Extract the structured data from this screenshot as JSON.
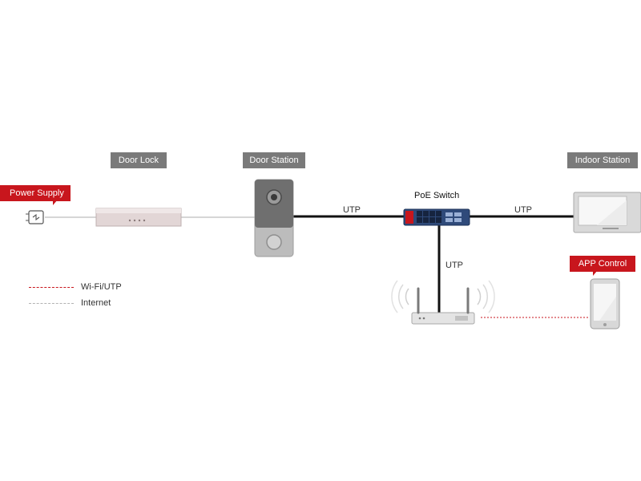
{
  "labels": {
    "door_lock": "Door Lock",
    "door_station": "Door Station",
    "indoor_station": "Indoor Station",
    "power_supply": "Power Supply",
    "app_control": "APP Control",
    "poe_switch": "PoE Switch"
  },
  "connections": {
    "utp_left": "UTP",
    "utp_right": "UTP",
    "utp_down": "UTP"
  },
  "legend": {
    "wifi_utp": "Wi-Fi/UTP",
    "internet": "Internet"
  },
  "colors": {
    "accent_red": "#c8161d",
    "tag_grey": "#7a7a7a",
    "cable_black": "#111111",
    "light_line": "#c9c9c9"
  },
  "icons": [
    "power-plug-icon",
    "door-lock-icon",
    "door-station-icon",
    "poe-switch-icon",
    "router-icon",
    "indoor-monitor-icon",
    "smartphone-icon"
  ]
}
